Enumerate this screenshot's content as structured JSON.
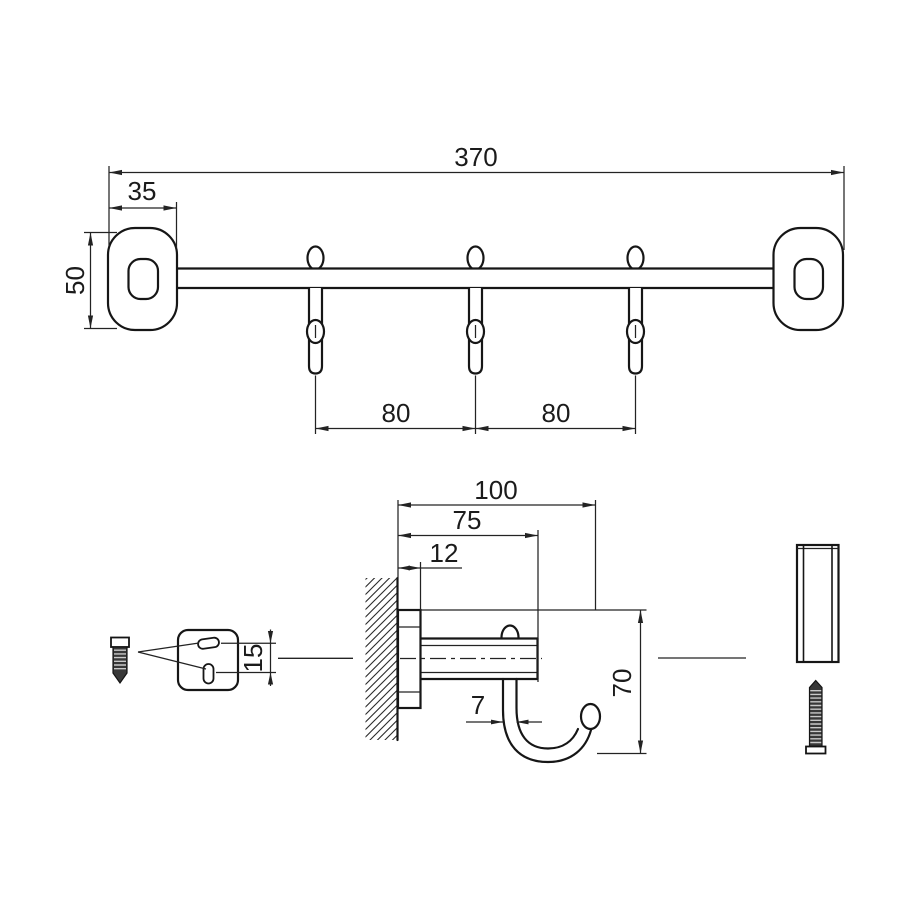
{
  "drawing": {
    "type": "technical-dimension-drawing",
    "subject": "wall hook rail with 3 swivel hooks, mounting plate, anchors and screws",
    "background_color": "#ffffff",
    "line_color": "#161616",
    "dimensions": {
      "overall_length": "370",
      "end_plate_width": "35",
      "end_plate_height": "50",
      "hook_pitch_left": "80",
      "hook_pitch_right": "80",
      "overall_depth": "100",
      "projection": "75",
      "base_depth": "12",
      "hook_wire_diameter": "7",
      "hook_drop": "70",
      "slot_spacing": "15"
    }
  }
}
